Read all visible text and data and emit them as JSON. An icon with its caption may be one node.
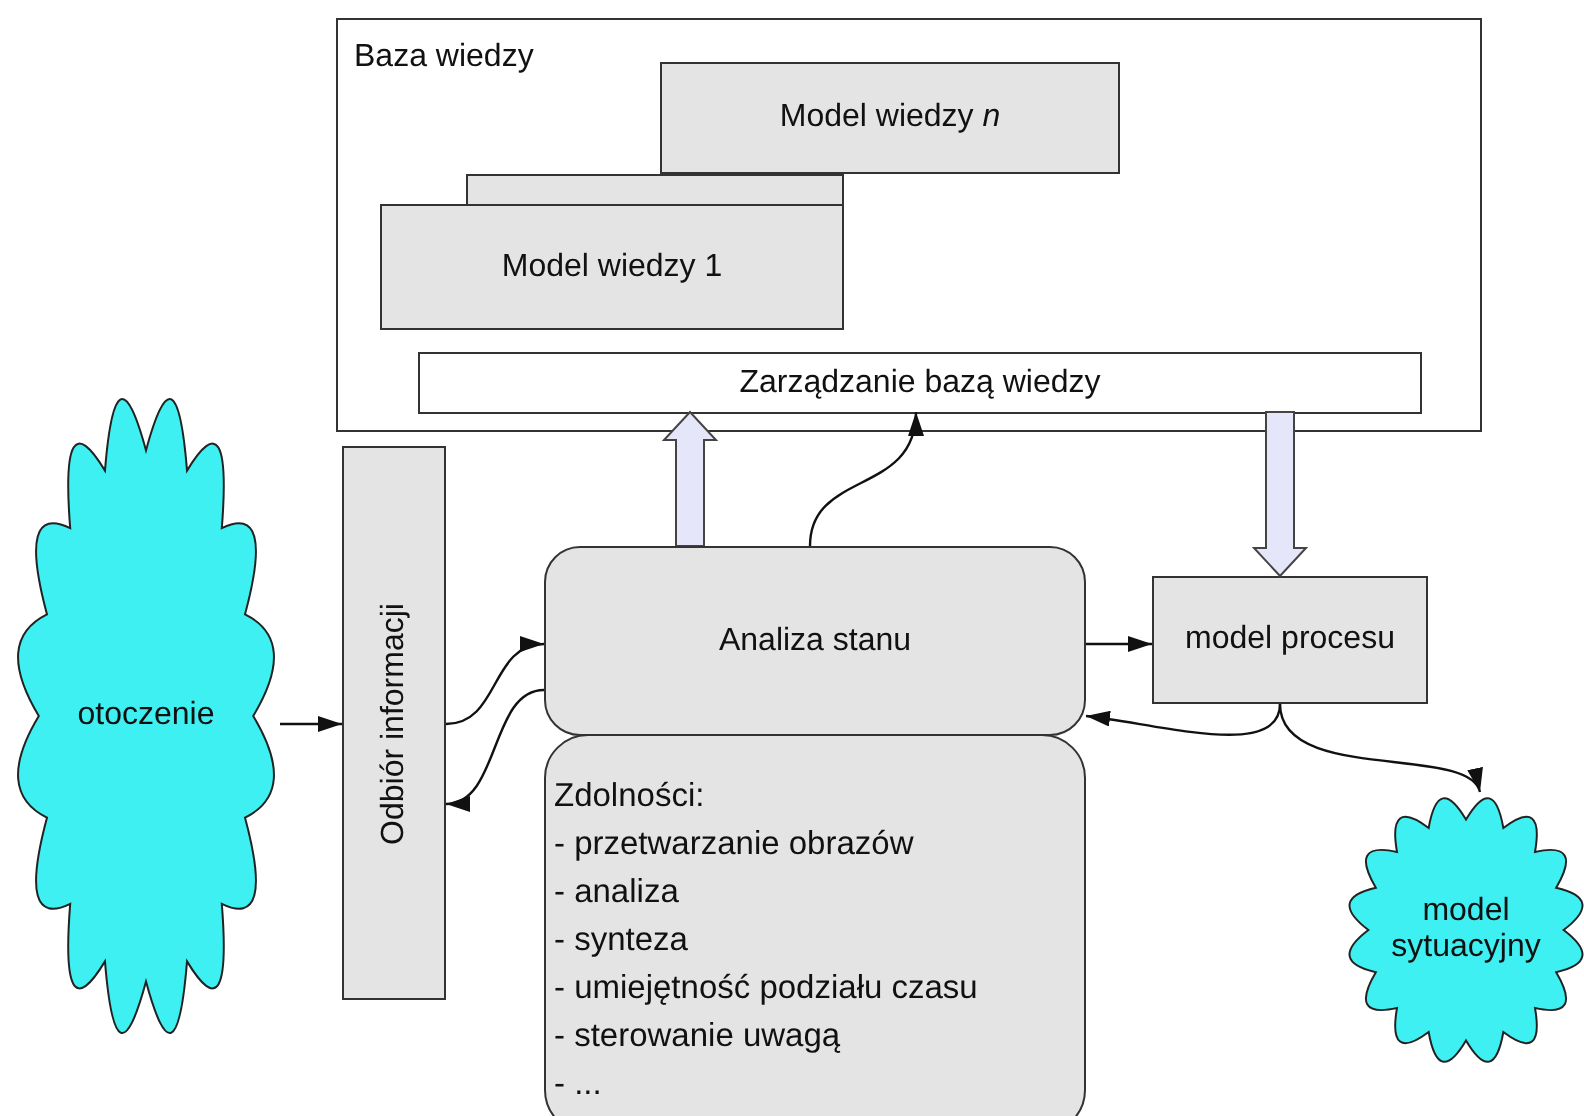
{
  "diagram": {
    "nodes": [
      {
        "text": [
          "Baza wiedzy"
        ]
      },
      {
        "text": [
          "Model wiedzy *n*"
        ],
        "in": 0
      },
      {
        "text": [],
        "shape": "box",
        "in": 0
      },
      {
        "text": [
          "Model wiedzy 1"
        ],
        "in": 0
      },
      {
        "text": [
          "Zarządzanie bazą wiedzy"
        ],
        "in": 0
      },
      {
        "text": [
          "otoczenie"
        ]
      },
      {
        "text": [
          "Odbiór informacji"
        ]
      },
      {
        "text": [
          "Analiza stanu"
        ]
      },
      {
        "text": [
          "Zdolności:",
          "- przetwarzanie obrazów",
          "- analiza",
          "- synteza",
          "- umiejętność podziału czasu",
          "- sterowanie uwagą",
          "- ..."
        ]
      },
      {
        "text": [
          "model procesu"
        ]
      },
      {
        "text": [
          "model sytuacyjny"
        ]
      }
    ],
    "edges": [
      {
        "from": 5,
        "to": 6,
        "arrow": "to"
      },
      {
        "from": 6,
        "to": 7,
        "arrow": "to"
      },
      {
        "from": 7,
        "to": 6,
        "arrow": "to"
      },
      {
        "from": 7,
        "to": 4,
        "arrow": "to",
        "style": "thick",
        "color": "#e6e6fa"
      },
      {
        "from": 7,
        "to": 4,
        "arrow": "to"
      },
      {
        "from": 4,
        "to": 9,
        "arrow": "to",
        "style": "thick",
        "color": "#e6e6fa"
      },
      {
        "from": 7,
        "to": 9,
        "arrow": "to"
      },
      {
        "from": 9,
        "to": 7,
        "arrow": "to"
      },
      {
        "from": 9,
        "to": 10,
        "arrow": "to"
      }
    ]
  }
}
